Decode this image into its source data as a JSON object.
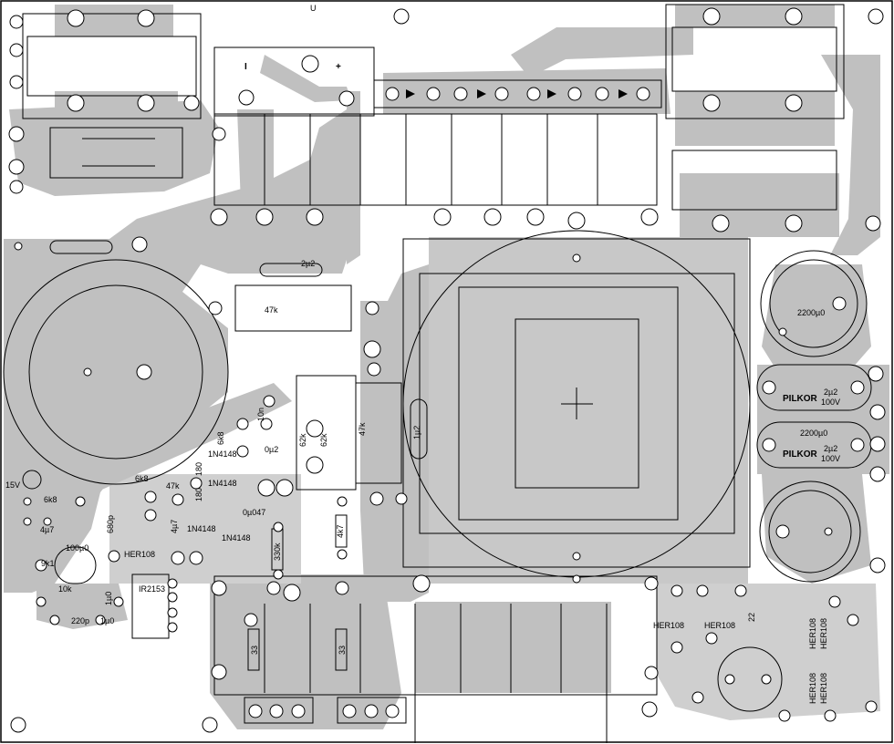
{
  "colors": {
    "copper": "#c0c0c0",
    "pad": "#ffffff",
    "outline": "#000000",
    "background": "#ffffff"
  },
  "labels": {
    "u": "U",
    "minus": "I",
    "plus": "+",
    "c_2u2_top": "2µ2",
    "r_47k_top": "47k",
    "r_47k_vert": "47k",
    "r_62k_a": "62k",
    "r_62k_b": "62k",
    "c_10n": "10n",
    "c_1u2": "1µ2",
    "c_2200_top": "2200µ0",
    "pilkor_1": "PILKOR",
    "c_2u2_r1": "2µ2",
    "v_100_1": "100V",
    "c_2200_mid": "2200µ0",
    "pilkor_2": "PILKOR",
    "c_2u2_r2": "2µ2",
    "v_100_2": "100V",
    "r_6k8_a": "6k8",
    "d_1n4148_a": "1N4148",
    "c_0u2": "0µ2",
    "d_1n4148_b": "1N4148",
    "r_6k8_b": "6k8",
    "r_47k_small": "47k",
    "r_180_a": "180",
    "r_180_b": "180",
    "v_15": "15V",
    "r_6k8_c": "6k8",
    "c_4u7_a": "4µ7",
    "c_680p": "680p",
    "c_4u7_b": "4µ7",
    "d_1n4148_c": "1N4148",
    "c_0u047": "0µ047",
    "d_1n4148_d": "1N4148",
    "r_4k7": "4k7",
    "r_330k": "330k",
    "d_her108_a": "HER108",
    "r_9k1": "9k1",
    "c_100u0": "100µ0",
    "r_10k": "10k",
    "c_1u0_a": "1µ0",
    "ic_ir2153": "IR2153",
    "c_220p": "220p",
    "c_1u0_b": "1µ0",
    "r_33_a": "33",
    "r_33_b": "33",
    "d_her108_b": "HER108",
    "d_her108_c": "HER108",
    "c_22": "22",
    "d_her108_d": "HER108",
    "d_her108_e": "HER108",
    "d_her108_f": "HER108",
    "d_her108_g": "HER108"
  }
}
